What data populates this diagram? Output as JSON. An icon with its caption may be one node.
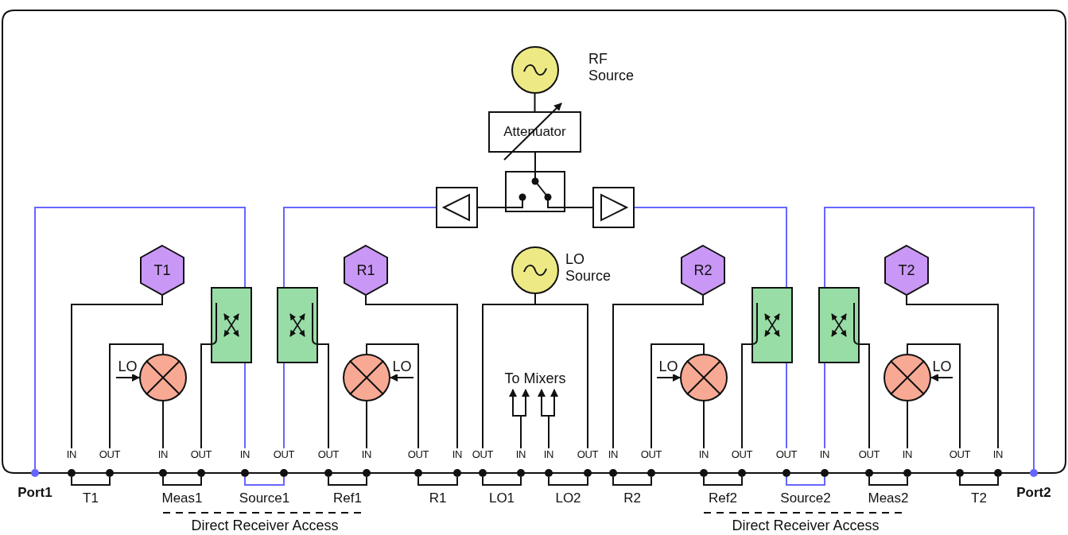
{
  "diagram": {
    "nodes": [
      {
        "text": [],
        "shape": "circle",
        "beside": [
          "RF Source"
        ]
      },
      {
        "text": [
          "Attenuator"
        ]
      },
      {
        "text": [],
        "shape": "box"
      },
      {
        "text": [],
        "shape": "box"
      },
      {
        "text": [],
        "shape": "box"
      },
      {
        "text": [
          "T1"
        ]
      },
      {
        "text": [],
        "shape": "box"
      },
      {
        "text": [],
        "shape": "box"
      },
      {
        "text": [
          "R1"
        ]
      },
      {
        "text": [],
        "shape": "circle",
        "beside": [
          "LO Source"
        ]
      },
      {
        "text": [
          "R2"
        ]
      },
      {
        "text": [],
        "shape": "box"
      },
      {
        "text": [],
        "shape": "box"
      },
      {
        "text": [
          "T2"
        ]
      },
      {
        "text": [],
        "shape": "circle"
      },
      {
        "text": [],
        "shape": "circle"
      },
      {
        "text": [],
        "shape": "circle"
      },
      {
        "text": [],
        "shape": "circle"
      },
      {
        "text": [
          "Port1"
        ]
      },
      {
        "text": [
          "IN"
        ]
      },
      {
        "text": [
          "OUT"
        ]
      },
      {
        "text": [
          "IN"
        ]
      },
      {
        "text": [
          "OUT"
        ]
      },
      {
        "text": [
          "IN"
        ]
      },
      {
        "text": [
          "OUT"
        ]
      },
      {
        "text": [
          "OUT"
        ]
      },
      {
        "text": [
          "IN"
        ]
      },
      {
        "text": [
          "OUT"
        ]
      },
      {
        "text": [
          "IN"
        ]
      },
      {
        "text": [
          "OUT"
        ]
      },
      {
        "text": [
          "IN"
        ]
      },
      {
        "text": [
          "IN"
        ]
      },
      {
        "text": [
          "OUT"
        ]
      },
      {
        "text": [
          "IN"
        ]
      },
      {
        "text": [
          "OUT"
        ]
      },
      {
        "text": [
          "IN"
        ]
      },
      {
        "text": [
          "OUT"
        ]
      },
      {
        "text": [
          "OUT"
        ]
      },
      {
        "text": [
          "IN"
        ]
      },
      {
        "text": [
          "OUT"
        ]
      },
      {
        "text": [
          "IN"
        ]
      },
      {
        "text": [
          "OUT"
        ]
      },
      {
        "text": [
          "IN"
        ]
      },
      {
        "text": [
          "Port2"
        ]
      },
      {
        "text": [
          "To Mixers"
        ]
      }
    ],
    "edges": [
      {
        "from": 0,
        "to": 1,
        "arrow": "none"
      },
      {
        "from": 1,
        "to": 2,
        "arrow": "none"
      },
      {
        "from": 2,
        "to": 3,
        "arrow": "none"
      },
      {
        "from": 2,
        "to": 4,
        "arrow": "none"
      },
      {
        "from": 3,
        "to": 7,
        "arrow": "none",
        "color": "#6666ff"
      },
      {
        "from": 7,
        "to": 24,
        "arrow": "none",
        "color": "#6666ff"
      },
      {
        "from": 4,
        "to": 11,
        "arrow": "none",
        "color": "#6666ff"
      },
      {
        "from": 11,
        "to": 37,
        "arrow": "none",
        "color": "#6666ff"
      },
      {
        "from": 18,
        "to": 6,
        "arrow": "none",
        "color": "#6666ff"
      },
      {
        "from": 6,
        "to": 23,
        "arrow": "none",
        "color": "#6666ff"
      },
      {
        "from": 43,
        "to": 12,
        "arrow": "none",
        "color": "#6666ff"
      },
      {
        "from": 12,
        "to": 38,
        "arrow": "none",
        "color": "#6666ff"
      },
      {
        "from": 5,
        "to": 19,
        "arrow": "none"
      },
      {
        "from": 20,
        "to": 14,
        "arrow": "none"
      },
      {
        "from": 14,
        "to": 21,
        "arrow": "none"
      },
      {
        "from": 22,
        "to": 6,
        "arrow": "none"
      },
      {
        "from": 25,
        "to": 7,
        "arrow": "none"
      },
      {
        "from": 8,
        "to": 28,
        "arrow": "none"
      },
      {
        "from": 27,
        "to": 15,
        "arrow": "none"
      },
      {
        "from": 15,
        "to": 26,
        "arrow": "none"
      },
      {
        "from": 9,
        "to": 29,
        "arrow": "none"
      },
      {
        "from": 9,
        "to": 32,
        "arrow": "none"
      },
      {
        "from": 30,
        "to": 44,
        "arrow": "to"
      },
      {
        "from": 30,
        "to": 44,
        "arrow": "to"
      },
      {
        "from": 31,
        "to": 44,
        "arrow": "to"
      },
      {
        "from": 31,
        "to": 44,
        "arrow": "to"
      },
      {
        "from": 10,
        "to": 33,
        "arrow": "none"
      },
      {
        "from": 34,
        "to": 16,
        "arrow": "none"
      },
      {
        "from": 16,
        "to": 35,
        "arrow": "none"
      },
      {
        "from": 36,
        "to": 11,
        "arrow": "none"
      },
      {
        "from": 39,
        "to": 12,
        "arrow": "none"
      },
      {
        "from": 17,
        "to": 40,
        "arrow": "none"
      },
      {
        "from": 41,
        "to": 17,
        "arrow": "none"
      },
      {
        "from": 13,
        "to": 42,
        "arrow": "none"
      },
      {
        "from": null,
        "to": 14,
        "arrow": "to",
        "label": "LO"
      },
      {
        "from": null,
        "to": 15,
        "arrow": "to",
        "label": "LO"
      },
      {
        "from": null,
        "to": 16,
        "arrow": "to",
        "label": "LO"
      },
      {
        "from": null,
        "to": 17,
        "arrow": "to",
        "label": "LO"
      },
      {
        "from": 19,
        "to": 20,
        "arrow": "none",
        "label": "T1"
      },
      {
        "from": 21,
        "to": 22,
        "arrow": "none",
        "label": "Meas1"
      },
      {
        "from": 23,
        "to": 24,
        "arrow": "none",
        "label": "Source1",
        "color": "#6666ff"
      },
      {
        "from": 25,
        "to": 26,
        "arrow": "none",
        "label": "Ref1"
      },
      {
        "from": 27,
        "to": 28,
        "arrow": "none",
        "label": "R1"
      },
      {
        "from": 29,
        "to": 30,
        "arrow": "none",
        "label": "LO1"
      },
      {
        "from": 31,
        "to": 32,
        "arrow": "none",
        "label": "LO2"
      },
      {
        "from": 33,
        "to": 34,
        "arrow": "none",
        "label": "R2"
      },
      {
        "from": 35,
        "to": 36,
        "arrow": "none",
        "label": "Ref2"
      },
      {
        "from": 37,
        "to": 38,
        "arrow": "none",
        "label": "Source2",
        "color": "#6666ff"
      },
      {
        "from": 39,
        "to": 40,
        "arrow": "none",
        "label": "Meas2"
      },
      {
        "from": 41,
        "to": 42,
        "arrow": "none",
        "label": "T2"
      }
    ],
    "labels": [
      "Direct Receiver Access",
      "Direct Receiver Access"
    ]
  }
}
